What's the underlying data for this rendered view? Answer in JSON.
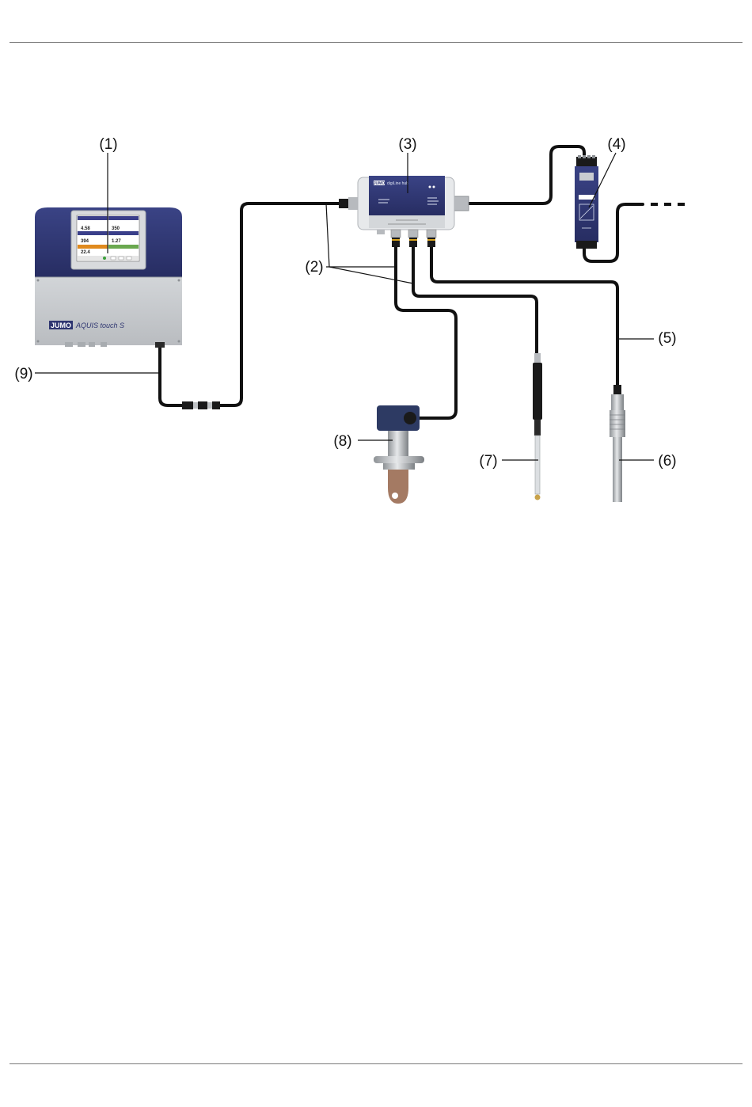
{
  "callouts": {
    "c1": "(1)",
    "c2": "(2)",
    "c3": "(3)",
    "c4": "(4)",
    "c5": "(5)",
    "c6": "(6)",
    "c7": "(7)",
    "c8": "(8)",
    "c9": "(9)"
  },
  "device": {
    "brand": "JUMO",
    "model": "AQUIS touch S"
  },
  "hub": {
    "brand": "JUMO",
    "product": "digiLine hub"
  },
  "colors": {
    "navy": "#2e3570",
    "grey_panel": "#c7cacd",
    "cable": "#111111",
    "rule": "#7a7a7a"
  }
}
